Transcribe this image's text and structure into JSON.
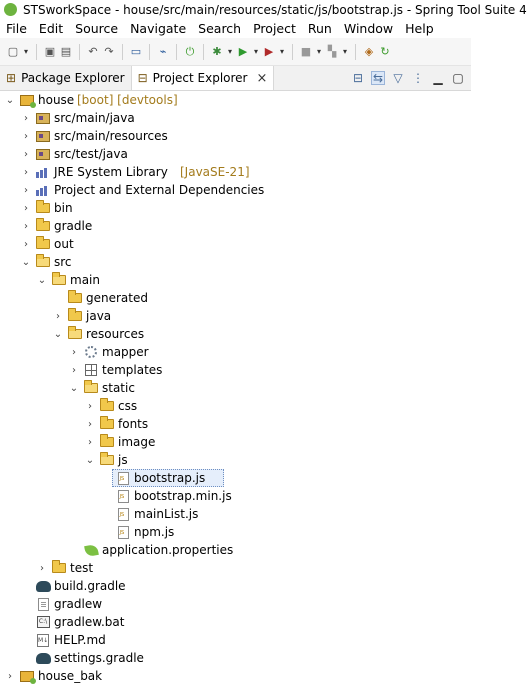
{
  "window": {
    "title": "STSworkSpace - house/src/main/resources/static/js/bootstrap.js - Spring Tool Suite 4"
  },
  "menu": [
    "File",
    "Edit",
    "Source",
    "Navigate",
    "Search",
    "Project",
    "Run",
    "Window",
    "Help"
  ],
  "toolbar": {
    "icons": [
      "new-wizard-icon",
      "save-icon",
      "save-all-icon",
      "undo-icon",
      "redo-icon",
      "console-icon",
      "link-icon",
      "spring-boot-icon",
      "debug-icon",
      "run-icon",
      "external-tools-icon",
      "stop-icon",
      "deploy-icon",
      "open-type-icon",
      "refresh-icon"
    ]
  },
  "tabs": {
    "package_explorer": "Package Explorer",
    "project_explorer": "Project Explorer",
    "close": "×",
    "menu": "⋮"
  },
  "tree": [
    {
      "label": "house",
      "decoration": "[boot] [devtools]",
      "icon": "project",
      "expanded": true,
      "depth": 0
    },
    {
      "label": "src/main/java",
      "icon": "source-folder",
      "expanded": false,
      "depth": 1
    },
    {
      "label": "src/main/resources",
      "icon": "source-folder",
      "expanded": false,
      "depth": 1
    },
    {
      "label": "src/test/java",
      "icon": "source-folder",
      "expanded": false,
      "depth": 1
    },
    {
      "label": "JRE System Library",
      "decoration": "[JavaSE-21]",
      "icon": "library",
      "expanded": false,
      "depth": 1
    },
    {
      "label": "Project and External Dependencies",
      "icon": "library",
      "expanded": false,
      "depth": 1
    },
    {
      "label": "bin",
      "icon": "folder",
      "expanded": false,
      "depth": 1
    },
    {
      "label": "gradle",
      "icon": "folder",
      "expanded": false,
      "depth": 1
    },
    {
      "label": "out",
      "icon": "folder",
      "expanded": false,
      "depth": 1
    },
    {
      "label": "src",
      "icon": "folder",
      "expanded": true,
      "depth": 1
    },
    {
      "label": "main",
      "icon": "folder",
      "expanded": true,
      "depth": 2
    },
    {
      "label": "generated",
      "icon": "folder",
      "depth": 3
    },
    {
      "label": "java",
      "icon": "folder",
      "expanded": false,
      "depth": 3
    },
    {
      "label": "resources",
      "icon": "folder",
      "expanded": true,
      "depth": 3
    },
    {
      "label": "mapper",
      "icon": "mapper",
      "expanded": false,
      "depth": 4
    },
    {
      "label": "templates",
      "icon": "grid",
      "expanded": false,
      "depth": 4
    },
    {
      "label": "static",
      "icon": "folder",
      "expanded": true,
      "depth": 4
    },
    {
      "label": "css",
      "icon": "folder",
      "expanded": false,
      "depth": 5
    },
    {
      "label": "fonts",
      "icon": "folder",
      "expanded": false,
      "depth": 5
    },
    {
      "label": "image",
      "icon": "folder",
      "expanded": false,
      "depth": 5
    },
    {
      "label": "js",
      "icon": "folder",
      "expanded": true,
      "depth": 5
    },
    {
      "label": "bootstrap.js",
      "icon": "js-file",
      "depth": 6,
      "selected": true
    },
    {
      "label": "bootstrap.min.js",
      "icon": "js-file",
      "depth": 6
    },
    {
      "label": "mainList.js",
      "icon": "js-file",
      "depth": 6
    },
    {
      "label": "npm.js",
      "icon": "js-file",
      "depth": 6
    },
    {
      "label": "application.properties",
      "icon": "properties",
      "depth": 4
    },
    {
      "label": "test",
      "icon": "folder",
      "expanded": false,
      "depth": 2
    },
    {
      "label": "build.gradle",
      "icon": "gradle",
      "depth": 1
    },
    {
      "label": "gradlew",
      "icon": "file",
      "depth": 1
    },
    {
      "label": "gradlew.bat",
      "icon": "bat",
      "depth": 1
    },
    {
      "label": "HELP.md",
      "icon": "md",
      "depth": 1
    },
    {
      "label": "settings.gradle",
      "icon": "gradle",
      "depth": 1
    },
    {
      "label": "house_bak",
      "icon": "project",
      "expanded": false,
      "depth": 0
    }
  ]
}
